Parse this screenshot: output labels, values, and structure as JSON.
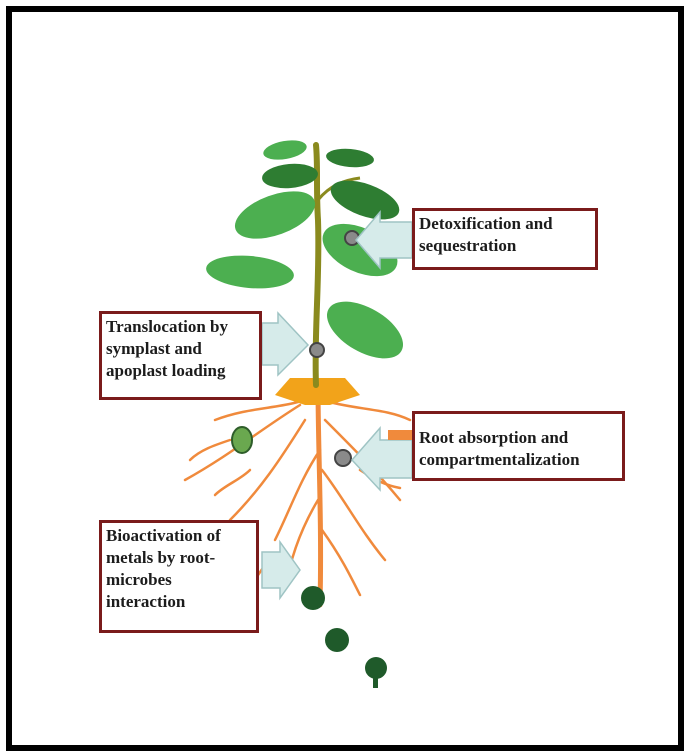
{
  "labels": {
    "detoxification": "Detoxification and\nsequestration",
    "translocation": "Translocation by\nsymplast and\napoplast loading",
    "root_absorption": "Root absorption and\ncompartmentalization",
    "bioactivation": "Bioactivation of\nmetals by root-\nmicrobes\ninteraction"
  },
  "colors": {
    "frame": "#000000",
    "label_border": "#7a1b1b",
    "leaf": "#4caf50",
    "leaf_dark": "#2e7d32",
    "stem": "#8a8a1e",
    "root": "#f08a3c",
    "root_base": "#f2a31a",
    "arrow_fill": "#d6ebea",
    "arrow_stroke": "#9fc4c4",
    "microbe": "#1f5a2a"
  },
  "icons": [
    "leaf-icon",
    "metal-particle-icon",
    "arrow-icon",
    "microbe-icon"
  ]
}
